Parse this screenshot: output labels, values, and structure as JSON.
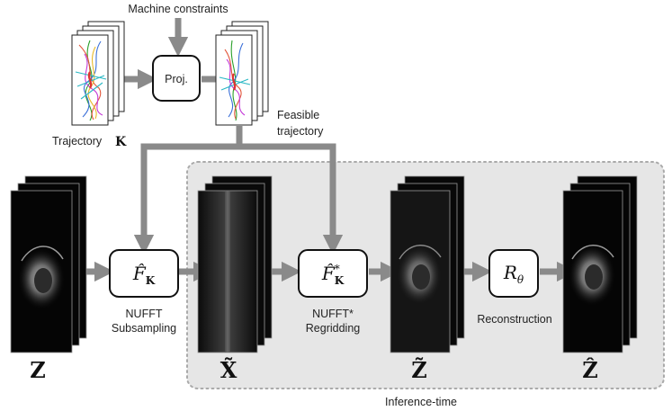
{
  "labels": {
    "machine_constraints": "Machine constraints",
    "trajectory": "Trajectory",
    "trajectory_symbol": "K",
    "feasible_line1": "Feasible",
    "feasible_line2": "trajectory",
    "proj": "Proj.",
    "nufft": "NUFFT",
    "subsampling": "Subsampling",
    "nufft_star": "NUFFT*",
    "regridding": "Regridding",
    "reconstruction": "Reconstruction",
    "inference_time": "Inference-time"
  },
  "operators": {
    "forward": "F̂",
    "forward_sub": "K",
    "adjoint": "F̂",
    "adjoint_sup": "*",
    "adjoint_sub": "K",
    "recon": "R",
    "recon_sub": "θ"
  },
  "variables": {
    "z": "Z",
    "x_tilde": "X̃",
    "z_tilde": "Z̃",
    "z_hat": "Ẑ"
  },
  "colors": {
    "arrow": "#8a8a8a",
    "inference_bg": "#e6e6e6",
    "inference_border": "#aaaaaa",
    "image_bg": "#050505"
  }
}
